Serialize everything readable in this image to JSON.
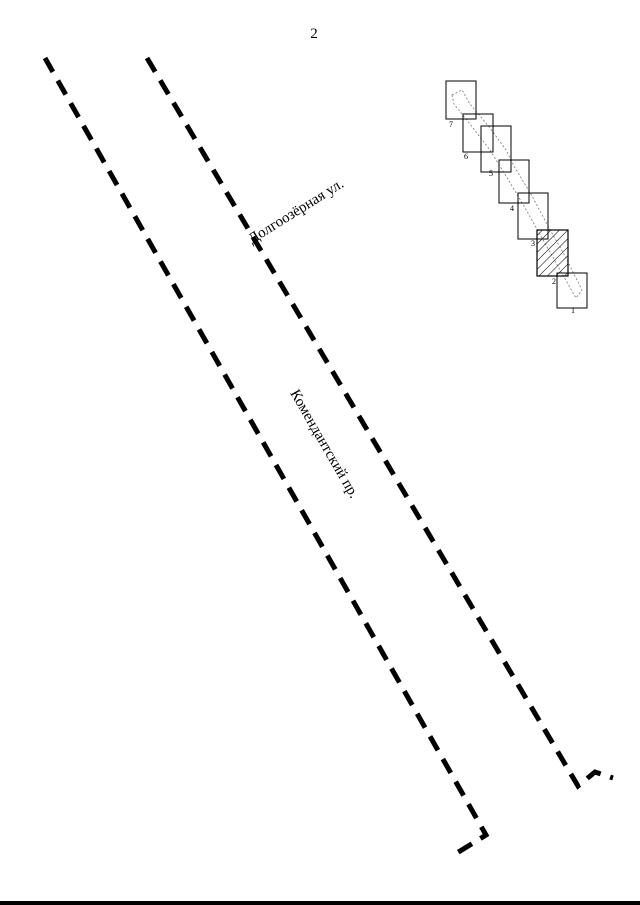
{
  "page_number": "2",
  "streets": [
    {
      "name": "Долгоозёрная ул."
    },
    {
      "name": "Комендантский пр."
    }
  ],
  "index_map": {
    "sheet_numbers": [
      "1",
      "2",
      "3",
      "4",
      "5",
      "6",
      "7"
    ],
    "highlighted_sheet": "2"
  },
  "colors": {
    "ink": "#000000",
    "outline": "#777777",
    "background": "#ffffff"
  }
}
